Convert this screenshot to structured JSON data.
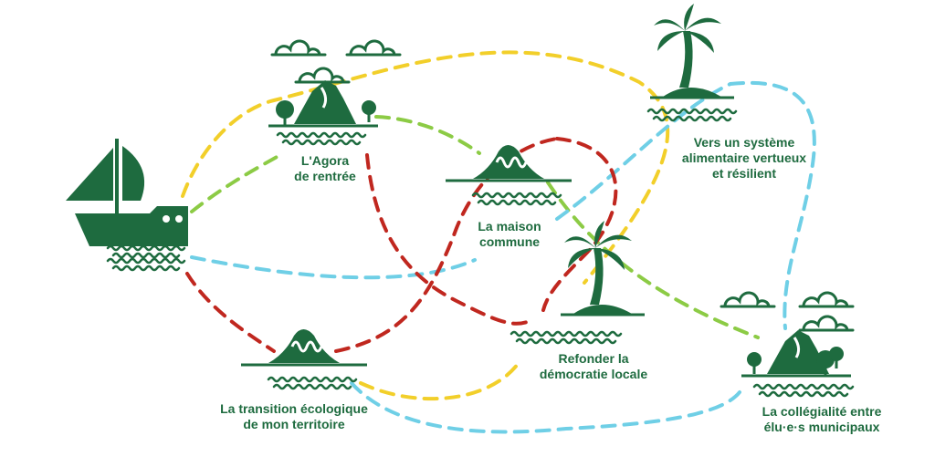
{
  "colors": {
    "island": "#1e6b3f",
    "route_yellow": "#f2cf2a",
    "route_green": "#8ccb45",
    "route_blue": "#6fcfe6",
    "route_red": "#c0271f",
    "background": "#ffffff"
  },
  "icons": {
    "boat": "sailboat-icon",
    "volcano": "volcano-island-icon",
    "palm": "palm-island-icon",
    "mound": "mound-island-icon",
    "cloud": "cloud-icon",
    "waves": "waves-icon"
  },
  "islands": {
    "agora": {
      "label": "L'Agora\nde rentrée"
    },
    "maison": {
      "label": "La maison\ncommune"
    },
    "vers": {
      "label": "Vers un système\nalimentaire vertueux\net résilient"
    },
    "refonder": {
      "label": "Refonder la\ndémocratie locale"
    },
    "transition": {
      "label": "La transition écologique\nde mon territoire"
    },
    "collegialite": {
      "label": "La collégialité entre\nélu·e·s municipaux"
    }
  }
}
